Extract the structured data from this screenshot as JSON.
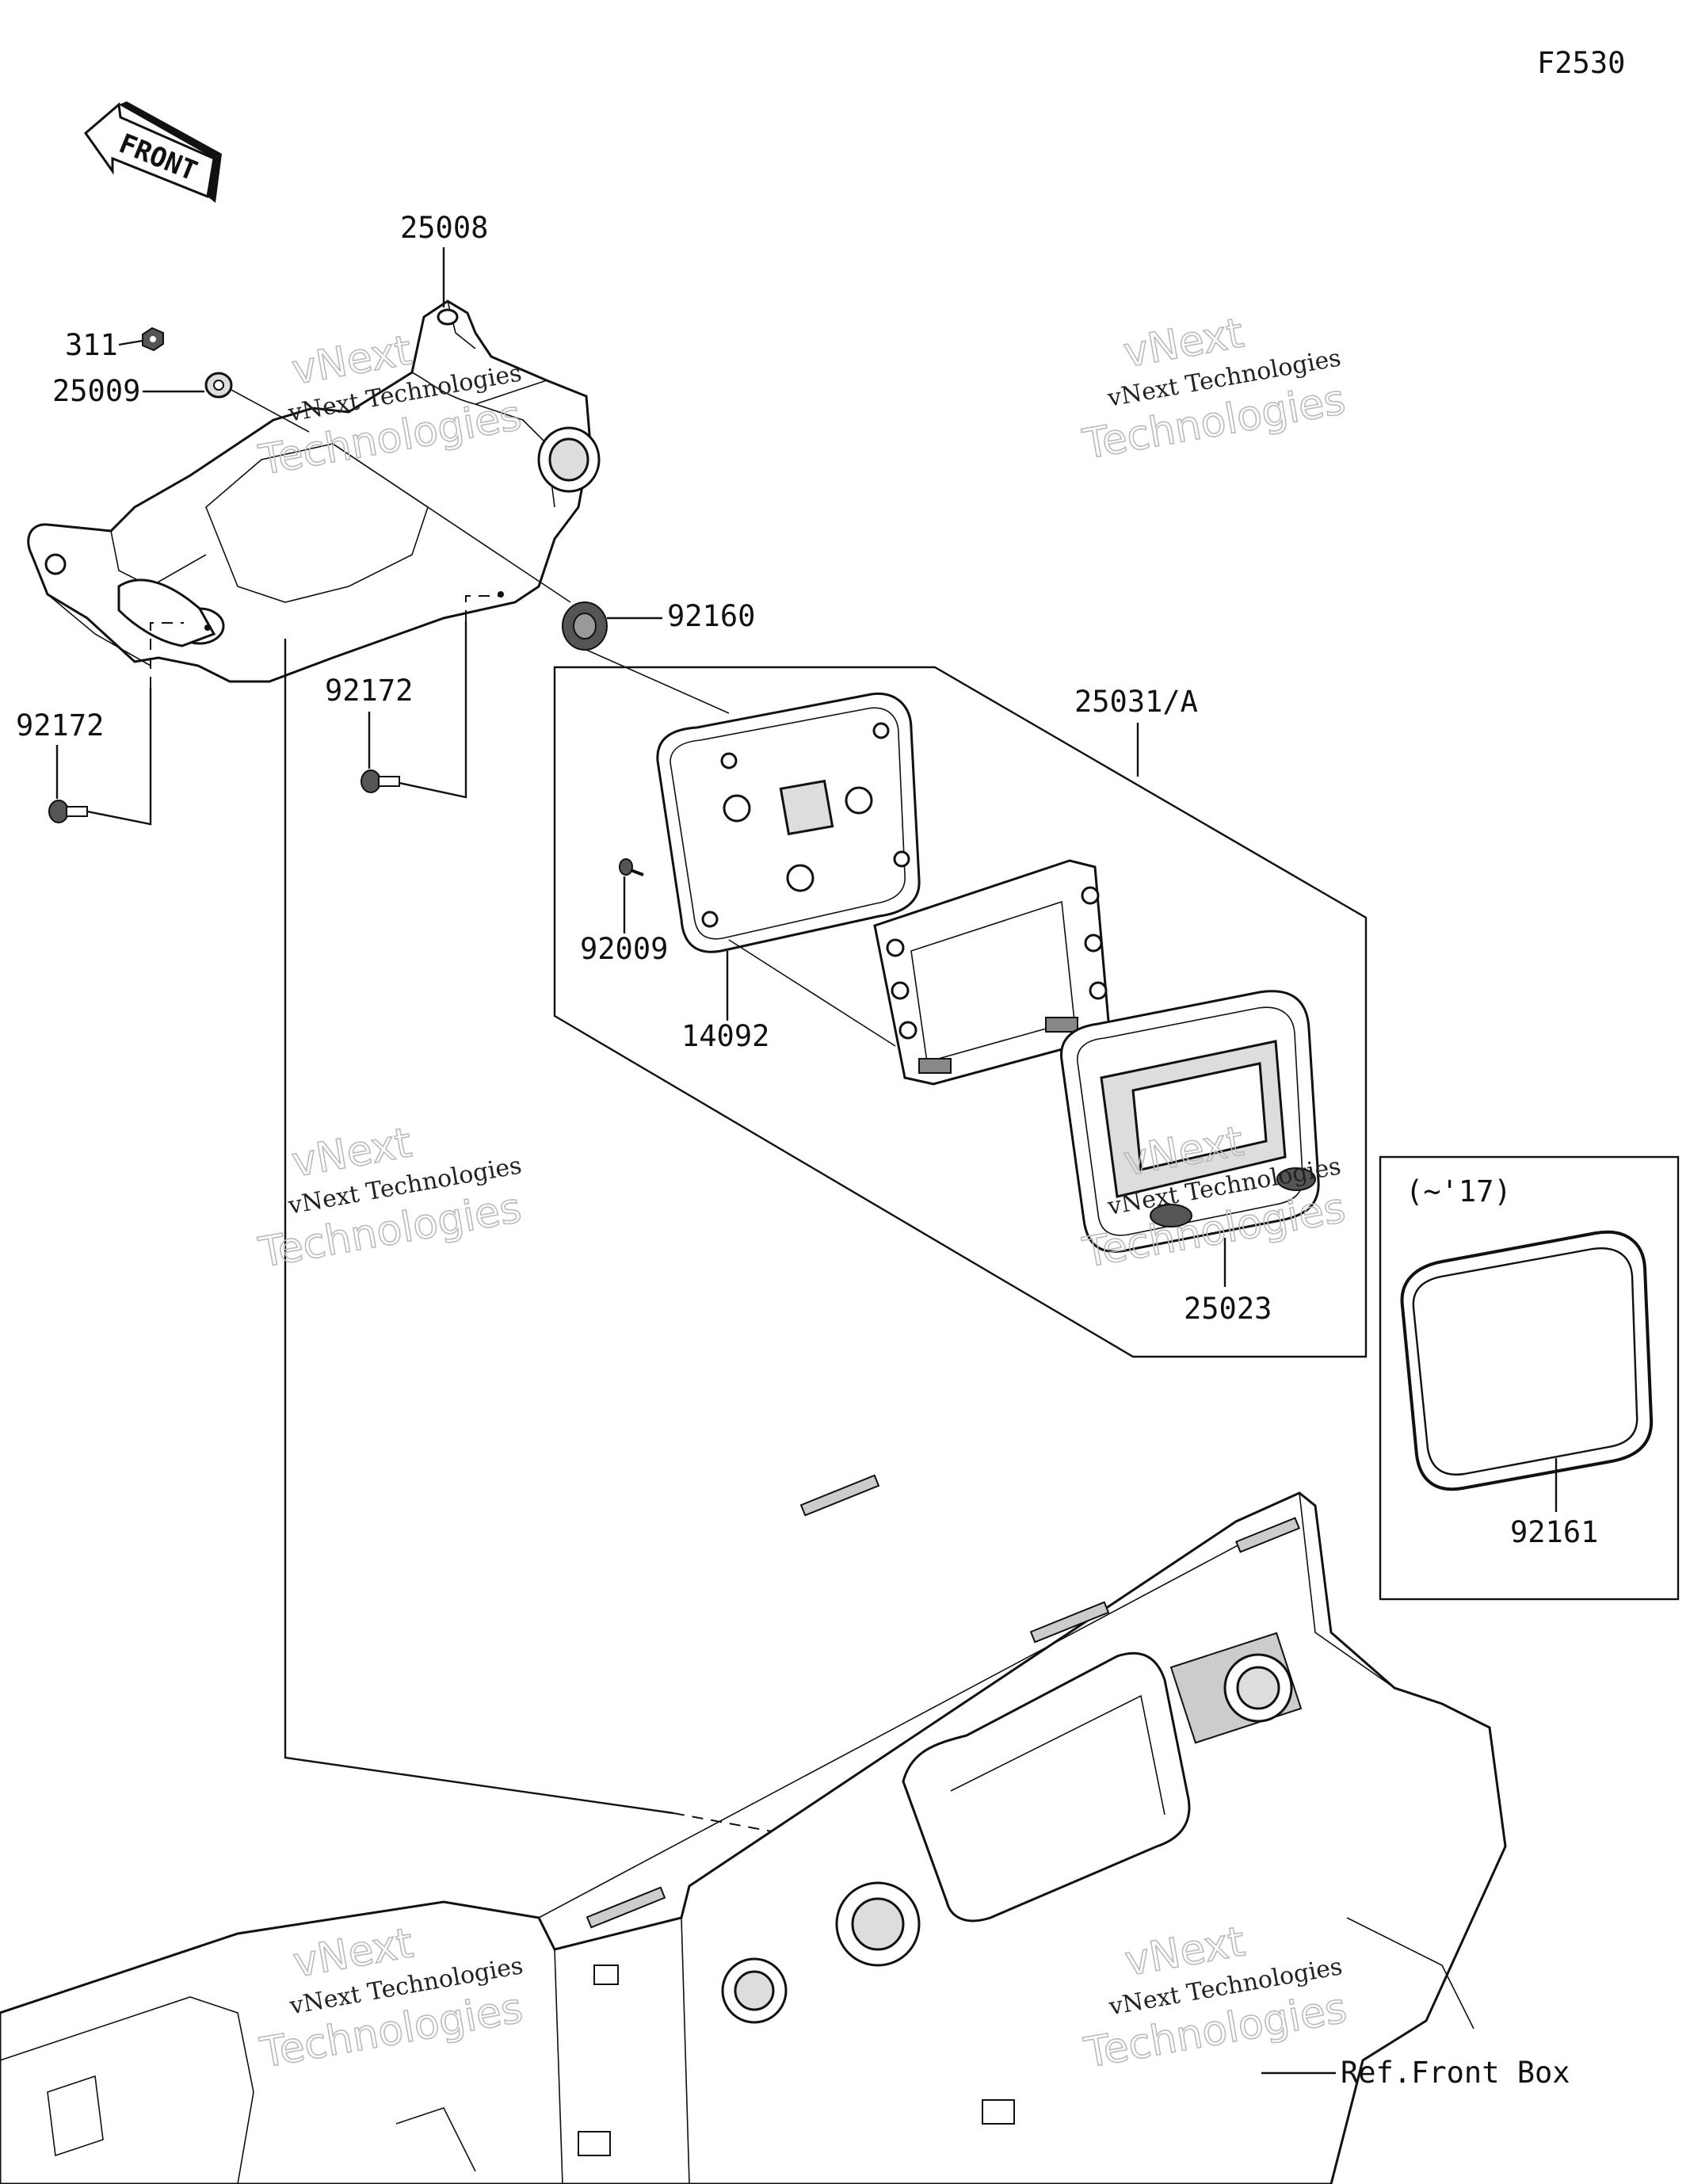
{
  "diagram": {
    "code": "F2530",
    "front_arrow_text": "FRONT",
    "kit_variant_note": "(~'17)",
    "ref_note": "Ref.Front Box",
    "part_numbers": {
      "p25008": "25008",
      "p311": "311",
      "p25009": "25009",
      "p92160": "92160",
      "p92172_left": "92172",
      "p92172_right": "92172",
      "p25031A": "25031/A",
      "p92009": "92009",
      "p14092": "14092",
      "p25023": "25023",
      "p92161": "92161"
    },
    "watermark": {
      "line1": "vNext Technologies",
      "line2": "vNext",
      "line3": "Technologies"
    }
  }
}
